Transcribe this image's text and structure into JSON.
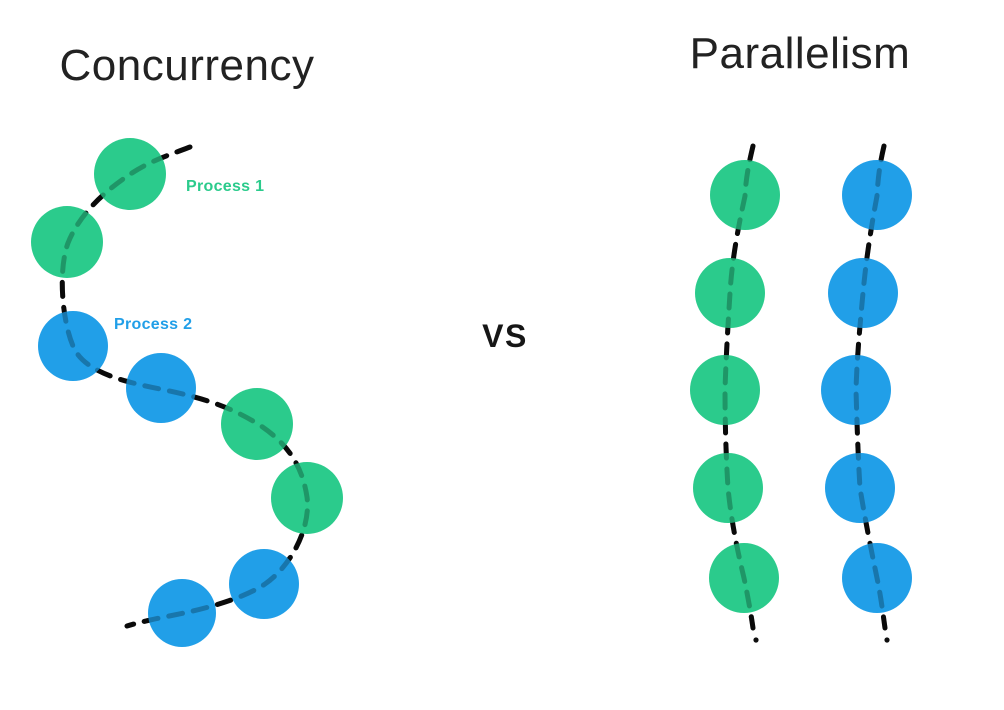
{
  "colors": {
    "green": "#2BCB8C",
    "blue": "#219FE8",
    "title_text": "#222222",
    "vs_text": "#161616"
  },
  "left_panel": {
    "title": "Concurrency",
    "process_labels": [
      {
        "label": "Process 1",
        "color": "green"
      },
      {
        "label": "Process 2",
        "color": "blue"
      }
    ],
    "step_sequence": [
      "green",
      "green",
      "blue",
      "blue",
      "green",
      "green",
      "blue",
      "blue"
    ]
  },
  "divider": {
    "vs_label": "VS"
  },
  "right_panel": {
    "title": "Parallelism",
    "lanes": [
      {
        "name": "process-1-lane",
        "color": "green",
        "steps": 5
      },
      {
        "name": "process-2-lane",
        "color": "blue",
        "steps": 5
      }
    ]
  }
}
